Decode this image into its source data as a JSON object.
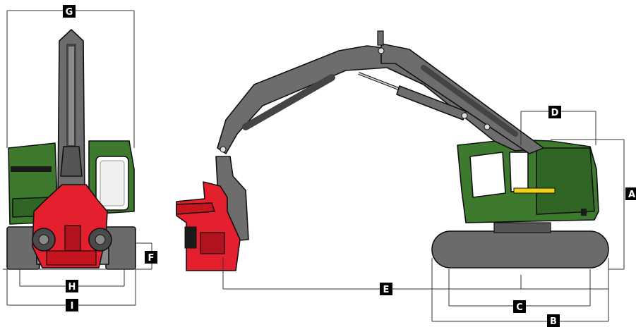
{
  "diagram": {
    "dimension_labels": {
      "A": "A",
      "B": "B",
      "C": "C",
      "D": "D",
      "E": "E",
      "F": "F",
      "G": "G",
      "H": "H",
      "I": "I"
    },
    "colors": {
      "body_green": "#3d7a2e",
      "track_gray": "#6b6b6b",
      "boom_gray": "#6d6d6d",
      "head_red": "#e5202e",
      "stripe_yellow": "#f2d21b",
      "badge_black": "#000000"
    }
  }
}
